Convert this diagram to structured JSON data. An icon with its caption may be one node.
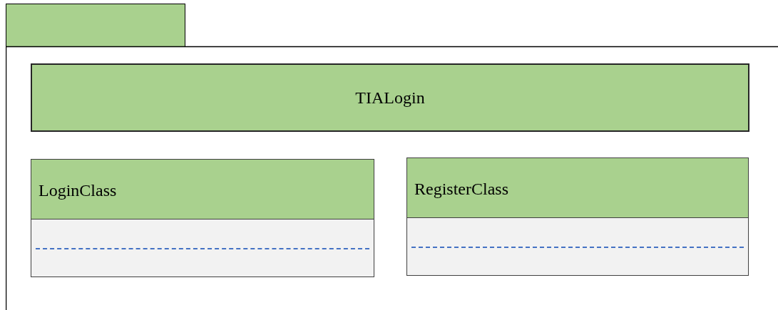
{
  "diagram": {
    "nodes": [
      {
        "text": [],
        "shape": "box"
      },
      {
        "text": [
          "TIALogin"
        ],
        "in": 0
      },
      {
        "text": [
          "LoginClass"
        ],
        "in": 0
      },
      {
        "text": [
          "RegisterClass"
        ],
        "in": 0
      }
    ]
  }
}
